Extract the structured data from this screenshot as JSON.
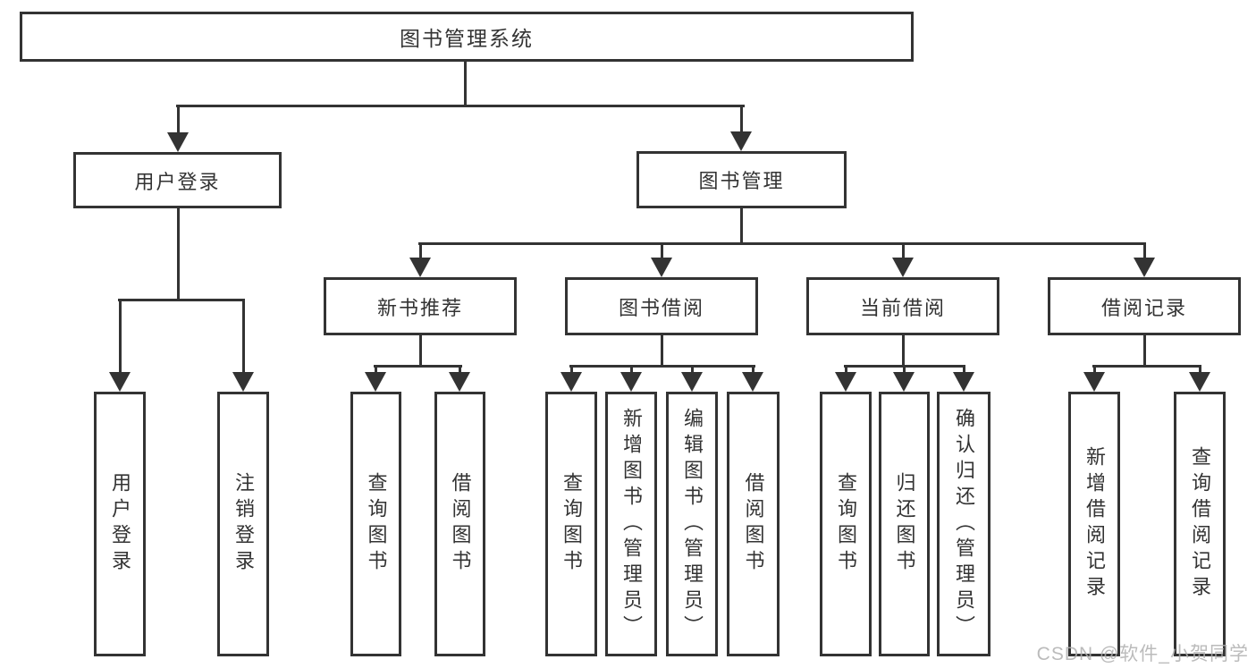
{
  "diagram_type": "hierarchy-tree",
  "colors": {
    "line": "#333333",
    "box_border": "#333333",
    "box_background": "#ffffff",
    "text": "#333333",
    "watermark": "#afafaf",
    "page_background": "#ffffff"
  },
  "tree": {
    "label": "图书管理系统",
    "children": [
      {
        "label": "用户登录",
        "children": [
          {
            "label": "用户登录"
          },
          {
            "label": "注销登录"
          }
        ]
      },
      {
        "label": "图书管理",
        "children": [
          {
            "label": "新书推荐",
            "children": [
              {
                "label": "查询图书"
              },
              {
                "label": "借阅图书"
              }
            ]
          },
          {
            "label": "图书借阅",
            "children": [
              {
                "label": "查询图书"
              },
              {
                "label": "新增图书（管理员）"
              },
              {
                "label": "编辑图书（管理员）"
              },
              {
                "label": "借阅图书"
              }
            ]
          },
          {
            "label": "当前借阅",
            "children": [
              {
                "label": "查询图书"
              },
              {
                "label": "归还图书"
              },
              {
                "label": "确认归还（管理员）"
              }
            ]
          },
          {
            "label": "借阅记录",
            "children": [
              {
                "label": "新增借阅记录"
              },
              {
                "label": "查询借阅记录"
              }
            ]
          }
        ]
      }
    ]
  },
  "watermark": {
    "text": "CSDN @软件_小贺同学"
  }
}
